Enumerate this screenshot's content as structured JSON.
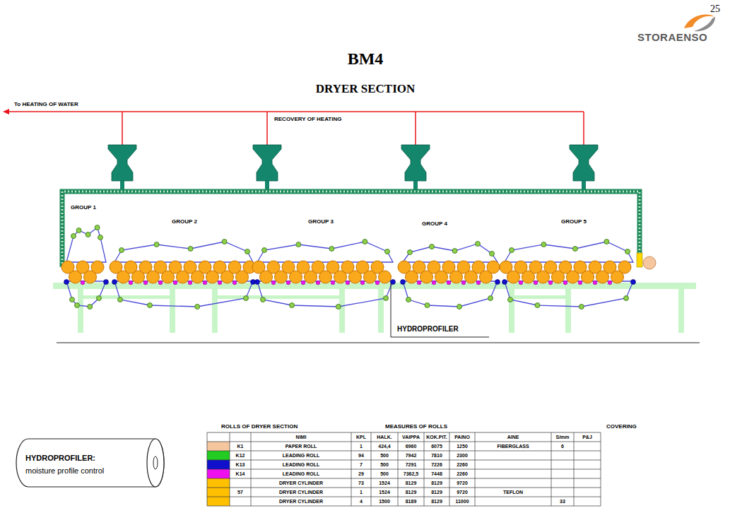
{
  "diagram": {
    "title": "BM4",
    "nodes": [
      {
        "text": [
          "HYDROPROFILER:",
          "moisture profile control"
        ]
      }
    ],
    "labels": [
      "25",
      "STORAENSO",
      "DRYER SECTION",
      "To HEATING OF WATER",
      "RECOVERY OF HEATING",
      "GROUP 1",
      "GROUP 2",
      "GROUP 3",
      "GROUP 4",
      "GROUP 5",
      "HYDROPROFILER",
      "ROLLS OF DRYER SECTION",
      "MEASURES OF ROLLS",
      "COVERING",
      "NIMI",
      "KPL",
      "HALK.",
      "VAIPPA",
      "KOK.PIT.",
      "PAINO",
      "AINE",
      "S/mm",
      "P&J",
      "K1",
      "PAPER ROLL",
      "1",
      "424,4",
      "6960",
      "6075",
      "1250",
      "FIBERGLASS",
      "6",
      "K12",
      "LEADING ROLL",
      "94",
      "500",
      "7942",
      "7810",
      "2300",
      "K13",
      "LEADING ROLL",
      "7",
      "500",
      "7291",
      "7226",
      "2260",
      "K14",
      "LEADING ROLL",
      "29",
      "500",
      "7362,5",
      "7448",
      "2260",
      "DRYER CYLINDER",
      "73",
      "1524",
      "8129",
      "8129",
      "9720",
      "57",
      "DRYER CYLINDER",
      "1",
      "1524",
      "8129",
      "8129",
      "9720",
      "TEFLON",
      "DRYER CYLINDER",
      "4",
      "1500",
      "8189",
      "8129",
      "11000",
      "33"
    ]
  }
}
